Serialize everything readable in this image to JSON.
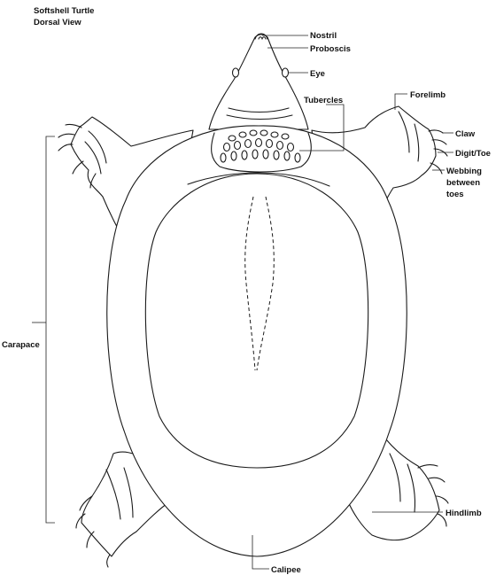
{
  "title": {
    "line1": "Softshell Turtle",
    "line2": "Dorsal View"
  },
  "labels": {
    "nostril": "Nostril",
    "proboscis": "Proboscis",
    "eye": "Eye",
    "tubercles": "Tubercles",
    "forelimb": "Forelimb",
    "claw": "Claw",
    "digit_toe": "Digit/Toe",
    "webbing_1": "Webbing",
    "webbing_2": "between",
    "webbing_3": "toes",
    "carapace": "Carapace",
    "hindlimb": "Hindlimb",
    "calipee": "Calipee"
  }
}
